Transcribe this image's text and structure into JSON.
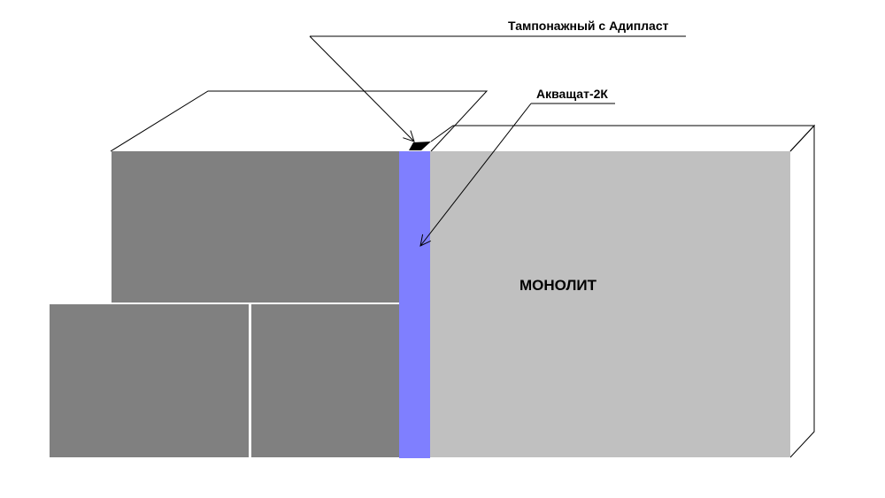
{
  "labels": {
    "plug": "Тампонажный с Адипласт",
    "membrane": "Акващат-2К",
    "monolith": "МОНОЛИТ"
  },
  "colors": {
    "block": "#808080",
    "monolith": "#c0c0c0",
    "membrane": "#7f7fff",
    "line": "#000000",
    "background": "#ffffff"
  }
}
